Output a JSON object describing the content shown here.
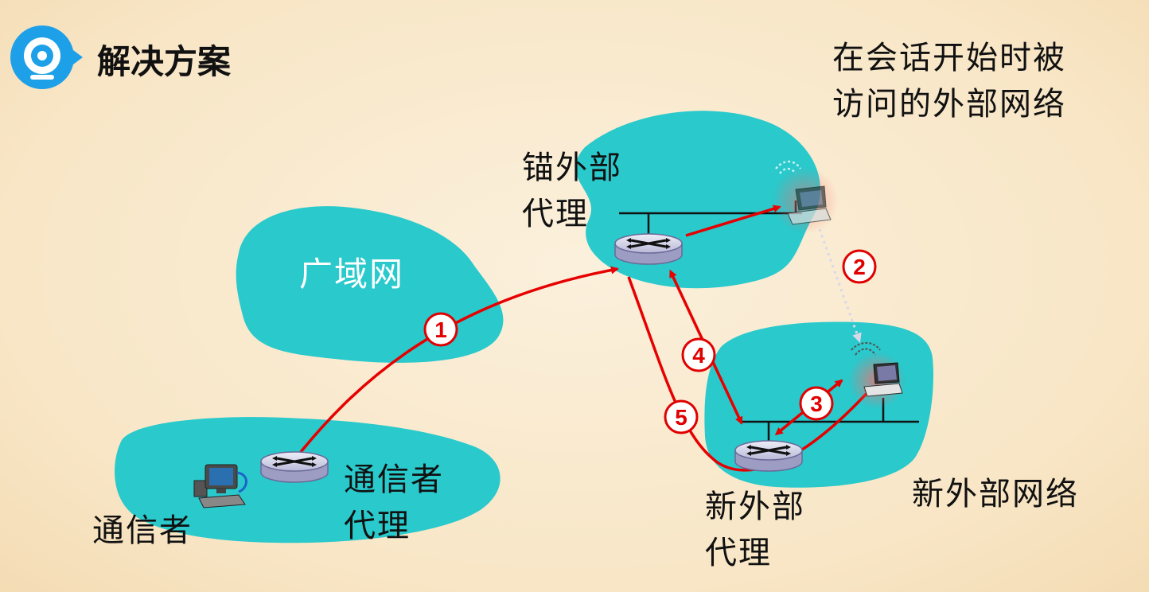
{
  "title": "解决方案",
  "labels": {
    "visited_network": [
      "在会话开始时被",
      "访问的外部网络"
    ],
    "anchor_agent": [
      "锚外部",
      "代理"
    ],
    "wan": "广域网",
    "correspondent_agent": [
      "通信者",
      "代理"
    ],
    "correspondent": "通信者",
    "new_agent": [
      "新外部",
      "代理"
    ],
    "new_network": "新外部网络"
  },
  "steps": [
    "1",
    "2",
    "3",
    "4",
    "5"
  ],
  "colors": {
    "cloud": "#29c9cc",
    "arrow": "#e60000",
    "background": "#f8e6c6",
    "icon": "#1ea0e8"
  }
}
